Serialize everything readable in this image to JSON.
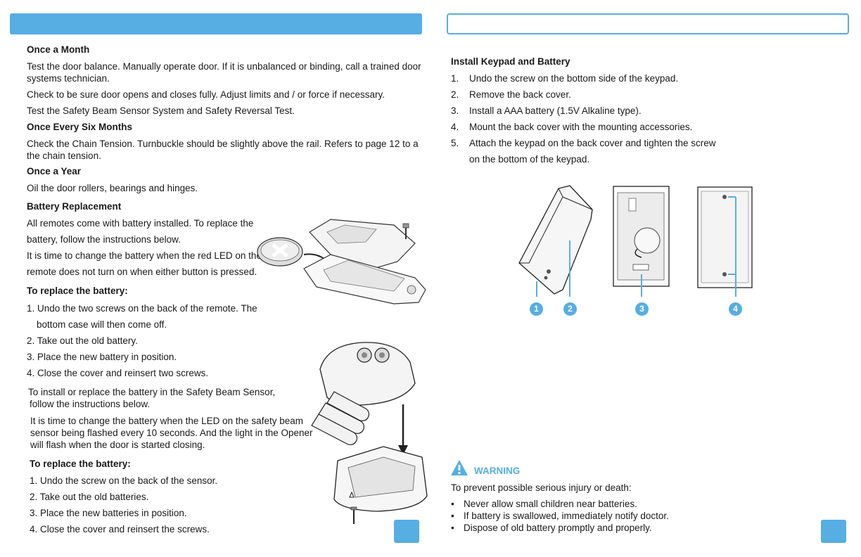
{
  "left": {
    "sections": [
      {
        "title": "Once a Month",
        "paras": [
          "Test the door balance. Manually operate door. If it is unbalanced or binding, call a trained door",
          "systems technician.",
          "Check to be sure door opens and closes fully. Adjust limits and / or force if necessary.",
          "Test the Safety Beam Sensor System and Safety Reversal Test."
        ]
      },
      {
        "title": "Once Every Six Months",
        "paras": [
          "Check the Chain Tension. Turnbuckle should be slightly above the rail. Refers to page 12 to a",
          "the chain tension."
        ]
      },
      {
        "title": "Once a Year",
        "paras": [
          "Oil the door rollers, bearings and hinges."
        ]
      },
      {
        "title": "Battery Replacement",
        "paras": [
          "All remotes come with battery installed. To replace the",
          "battery, follow the instructions below.",
          "It is time to change the battery when the red LED on the",
          "remote does not turn on when either button is pressed."
        ]
      }
    ],
    "remote_replace": {
      "title": "To replace the battery:",
      "steps": [
        "1. Undo the two screws on the back of the remote. The",
        "bottom case will then come off.",
        "2. Take out the old battery.",
        "3. Place the new battery in position.",
        "4. Close the cover and reinsert two screws."
      ]
    },
    "sensor_intro": [
      "To install or replace the battery in the Safety Beam Sensor,",
      "follow the instructions below."
    ],
    "sensor_led": [
      "It is time to change the battery when the LED on the safety beam",
      "sensor being flashed every 10 seconds. And the light in the Opener",
      "will flash when the door is started closing."
    ],
    "sensor_replace": {
      "title": "To replace the battery:",
      "steps": [
        "1. Undo the screw on the back of the sensor.",
        "2. Take out the old batteries.",
        "3. Place the new batteries in position.",
        "4. Close the cover and reinsert the screws."
      ]
    }
  },
  "right": {
    "keypad": {
      "title": "Install Keypad and Battery",
      "steps": [
        {
          "num": "1.",
          "text": "Undo the screw on the bottom side of the keypad."
        },
        {
          "num": "2.",
          "text": "Remove the back cover."
        },
        {
          "num": "3.",
          "text": "Install a AAA battery (1.5V Alkaline type)."
        },
        {
          "num": "4.",
          "text": "Mount the back cover with the mounting accessories."
        },
        {
          "num": "5.",
          "text": "Attach the keypad on the back cover and tighten the screw"
        },
        {
          "num": "",
          "text": "on the bottom of the keypad."
        }
      ],
      "callouts": [
        "1",
        "2",
        "3",
        "4"
      ]
    },
    "warning": {
      "title": "WARNING",
      "intro": "To prevent possible serious injury or death:",
      "bullets": [
        "Never allow small children near batteries.",
        "If battery is swallowed, immediately notify doctor.",
        "Dispose of old battery promptly and properly."
      ]
    }
  },
  "colors": {
    "accent": "#56aee3"
  }
}
